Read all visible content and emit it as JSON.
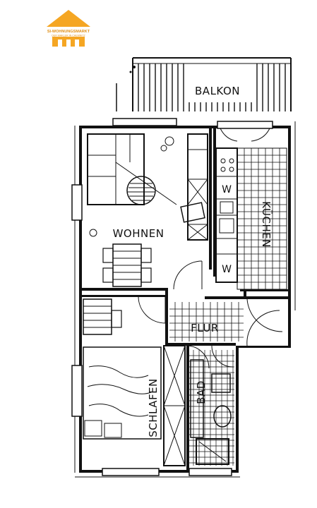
{
  "logo": {
    "line1": "SI-WOHNUNGSMARKT",
    "line2": "DER MAKLER IN CHEMNITZ",
    "accent_color": "#f5a623"
  },
  "rooms": {
    "balkon": "BALKON",
    "wohnen": "WOHNEN",
    "kuechen": "KÜCHEN",
    "flur": "FLUR",
    "schlafen": "SCHLAFEN",
    "bad": "BAD"
  },
  "appliance_marks": {
    "washer_top": "W",
    "washer_bottom": "W"
  }
}
